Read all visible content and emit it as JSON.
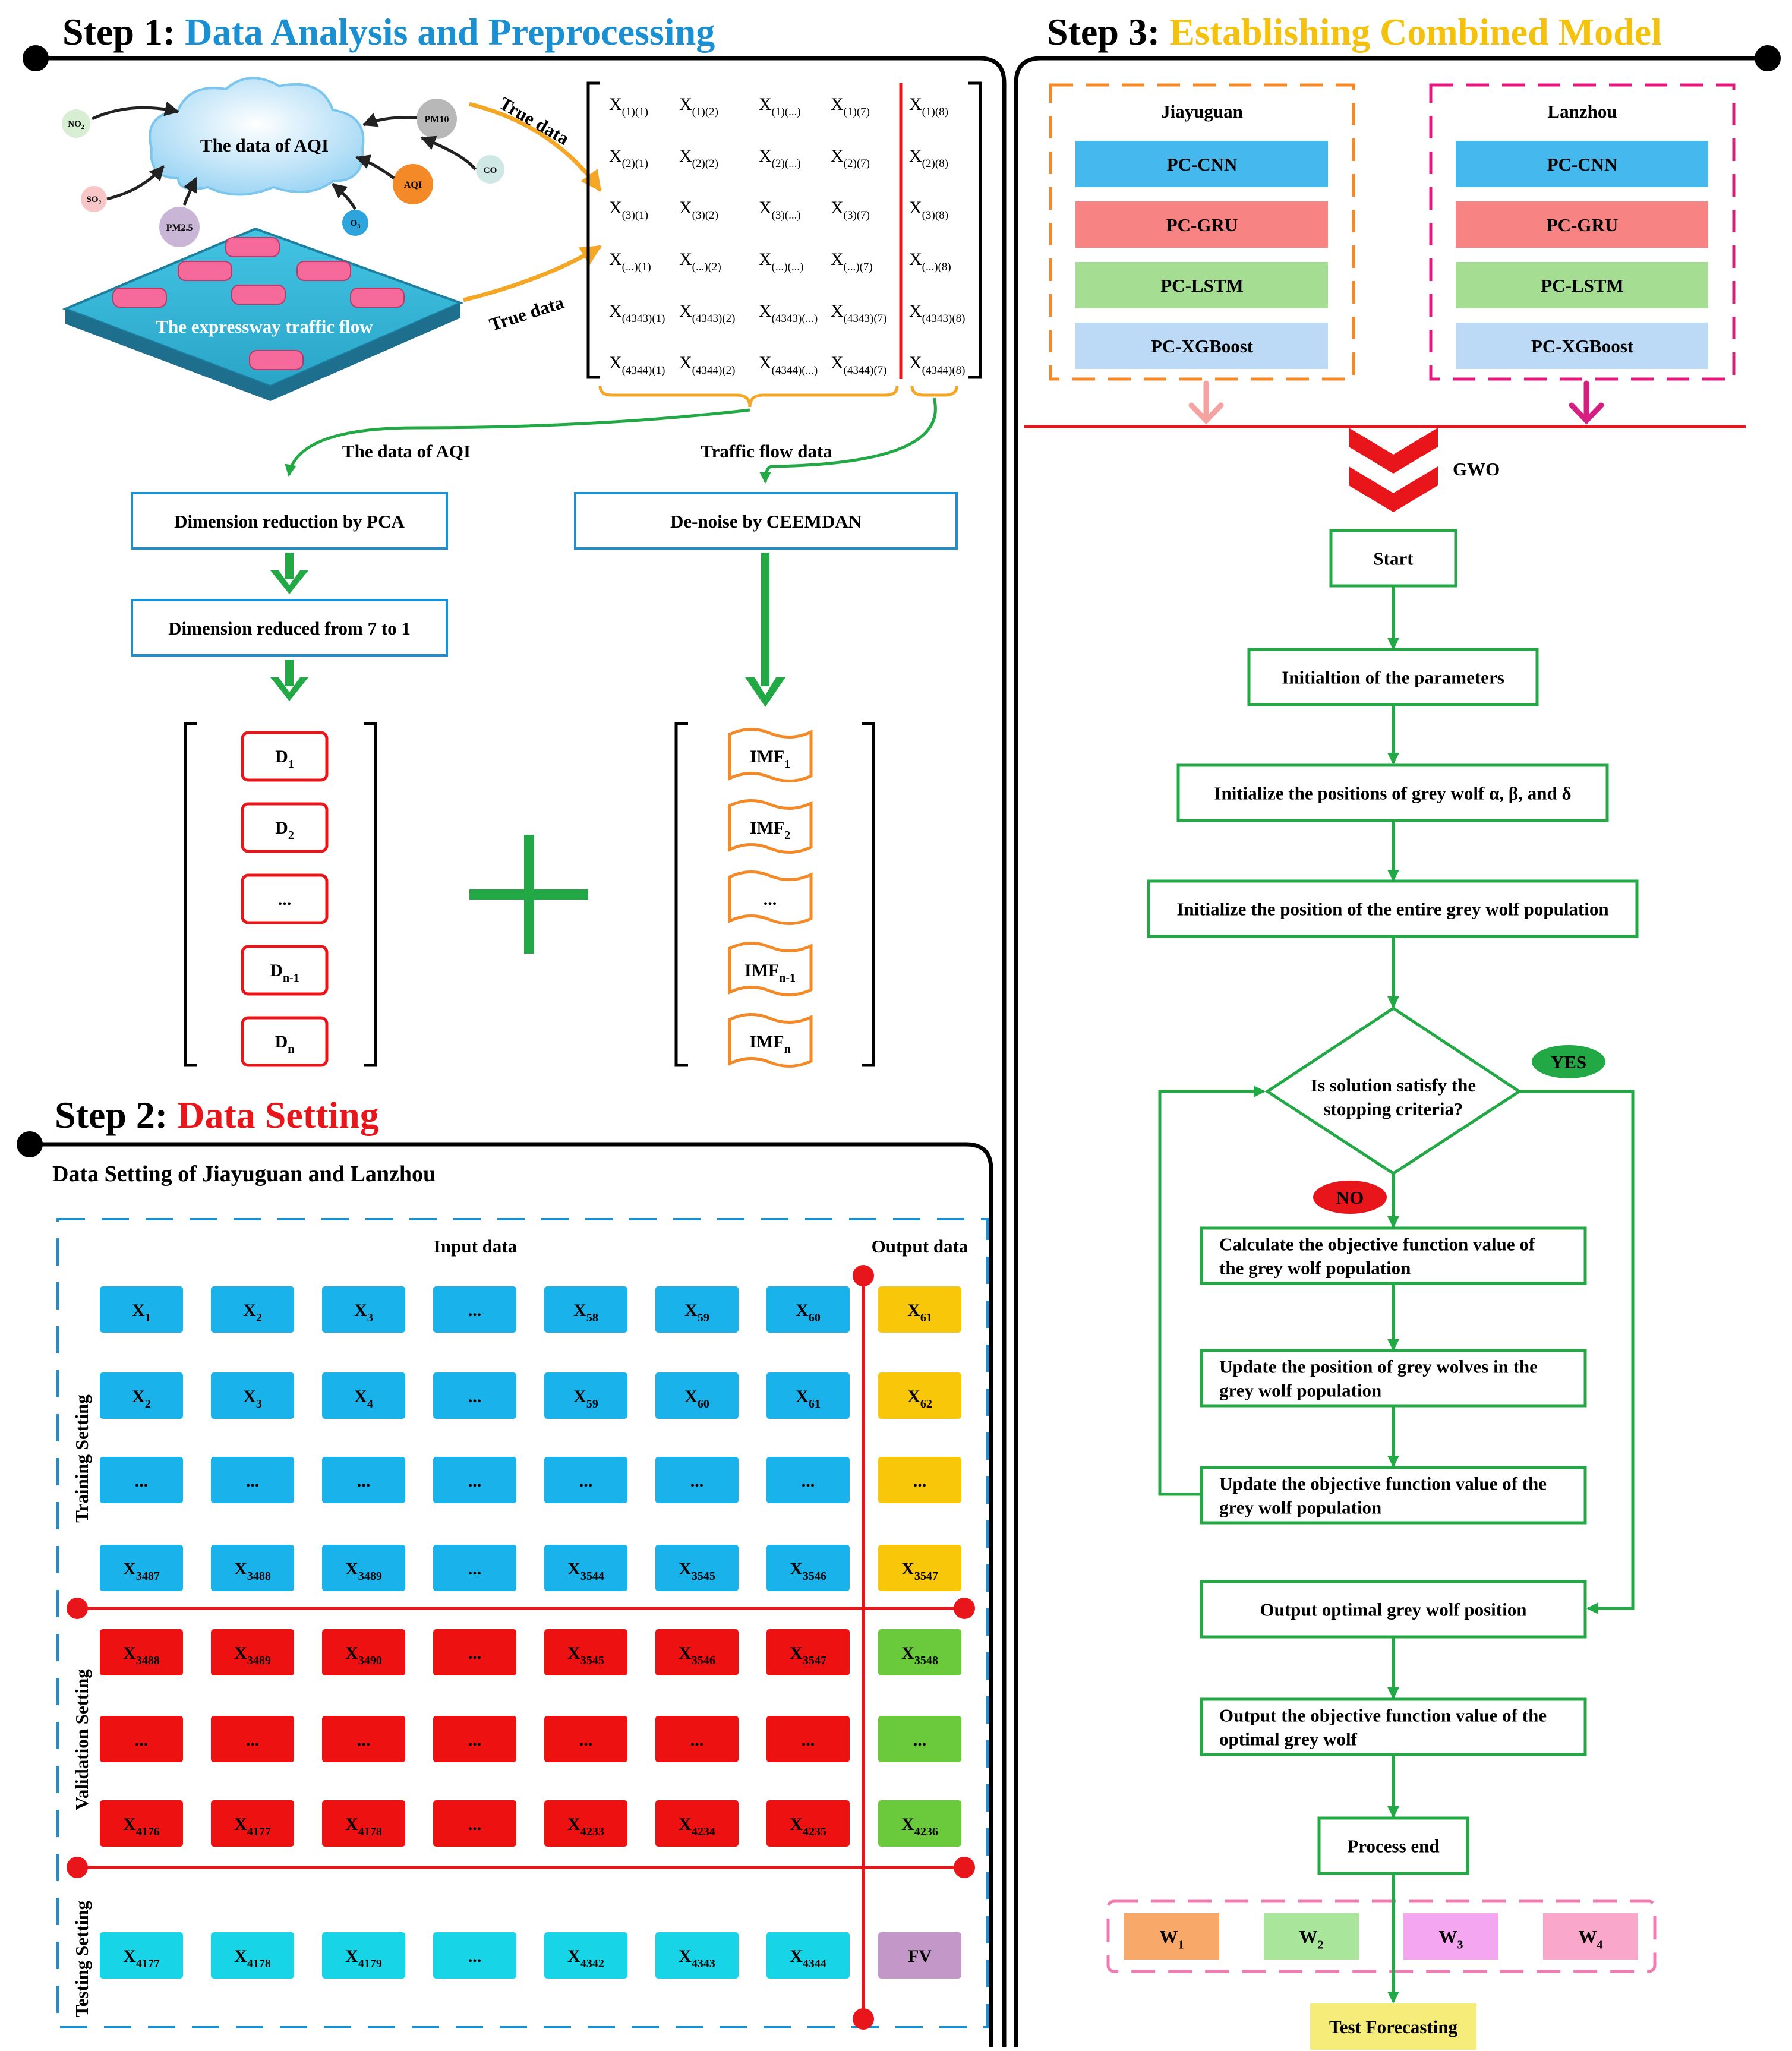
{
  "colors": {
    "step1_title": "#1a8fd1",
    "step2_title": "#e8161a",
    "step3_title": "#f4c20d",
    "flow_green": "#22a845",
    "flow_red": "#e8161a",
    "flow_orange": "#f38a27",
    "cell_blue": "#19b2ea",
    "cell_red": "#ee1111",
    "cell_yellow": "#f9c70a",
    "cell_green": "#6bc93c",
    "cell_cyan": "#17d4e6",
    "cell_purple": "#c497c9"
  },
  "step1": {
    "prefix": "Step 1:",
    "title": "Data Analysis and Preprocessing",
    "cloud_label": "The data of AQI",
    "pollutants": [
      "NO",
      "SO",
      "PM2.5",
      "PM10",
      "AQI",
      "CO",
      "O"
    ],
    "road_label": "The expressway traffic flow",
    "true_data": "True data",
    "matrix": [
      [
        "X",
        "(1)(1)",
        "(1)(2)",
        "(1)(...)",
        "(1)(7)",
        "(1)(8)"
      ],
      [
        "X",
        "(2)(1)",
        "(2)(2)",
        "(2)(...)",
        "(2)(7)",
        "(2)(8)"
      ],
      [
        "X",
        "(3)(1)",
        "(3)(2)",
        "(3)(...)",
        "(3)(7)",
        "(3)(8)"
      ],
      [
        "X",
        "(...)(1)",
        "(...)(2)",
        "(...)(...)",
        "(...)(7)",
        "(...)(8)"
      ],
      [
        "X",
        "(4343)(1)",
        "(4343)(2)",
        "(4343)(...)",
        "(4343)(7)",
        "(4343)(8)"
      ],
      [
        "X",
        "(4344)(1)",
        "(4344)(2)",
        "(4344)(...)",
        "(4344)(7)",
        "(4344)(8)"
      ]
    ],
    "aqi_data_label": "The data of AQI",
    "traffic_data_label": "Traffic flow data",
    "pca_box": "Dimension reduction by PCA",
    "ceemdan_box": "De-noise by CEEMDAN",
    "reduced_box": "Dimension reduced from 7 to 1",
    "d_items": [
      {
        "main": "D",
        "sub": "1"
      },
      {
        "main": "D",
        "sub": "2"
      },
      {
        "main": "...",
        "sub": ""
      },
      {
        "main": "D",
        "sub": "n-1"
      },
      {
        "main": "D",
        "sub": "n"
      }
    ],
    "imf_items": [
      {
        "main": "IMF",
        "sub": "1"
      },
      {
        "main": "IMF",
        "sub": "2"
      },
      {
        "main": "...",
        "sub": ""
      },
      {
        "main": "IMF",
        "sub": "n-1"
      },
      {
        "main": "IMF",
        "sub": "n"
      }
    ]
  },
  "step2": {
    "prefix": "Step 2:",
    "title": "Data Setting",
    "subtitle": "Data Setting of Jiayuguan and Lanzhou",
    "input_label": "Input data",
    "output_label": "Output data",
    "training_label": "Training Setting",
    "validation_label": "Validation Setting",
    "testing_label": "Testing Setting",
    "rows": [
      {
        "group": "train",
        "cells": [
          [
            "X",
            "1"
          ],
          [
            "X",
            "2"
          ],
          [
            "X",
            "3"
          ],
          [
            "...",
            ""
          ],
          [
            "X",
            "58"
          ],
          [
            "X",
            "59"
          ],
          [
            "X",
            "60"
          ]
        ],
        "out": [
          "X",
          "61"
        ]
      },
      {
        "group": "train",
        "cells": [
          [
            "X",
            "2"
          ],
          [
            "X",
            "3"
          ],
          [
            "X",
            "4"
          ],
          [
            "...",
            ""
          ],
          [
            "X",
            "59"
          ],
          [
            "X",
            "60"
          ],
          [
            "X",
            "61"
          ]
        ],
        "out": [
          "X",
          "62"
        ]
      },
      {
        "group": "train",
        "cells": [
          [
            "...",
            ""
          ],
          [
            "...",
            ""
          ],
          [
            "...",
            ""
          ],
          [
            "...",
            ""
          ],
          [
            "...",
            ""
          ],
          [
            "...",
            ""
          ],
          [
            "...",
            ""
          ]
        ],
        "out": [
          "...",
          ""
        ]
      },
      {
        "group": "train",
        "cells": [
          [
            "X",
            "3487"
          ],
          [
            "X",
            "3488"
          ],
          [
            "X",
            "3489"
          ],
          [
            "...",
            ""
          ],
          [
            "X",
            "3544"
          ],
          [
            "X",
            "3545"
          ],
          [
            "X",
            "3546"
          ]
        ],
        "out": [
          "X",
          "3547"
        ]
      },
      {
        "group": "val",
        "cells": [
          [
            "X",
            "3488"
          ],
          [
            "X",
            "3489"
          ],
          [
            "X",
            "3490"
          ],
          [
            "...",
            ""
          ],
          [
            "X",
            "3545"
          ],
          [
            "X",
            "3546"
          ],
          [
            "X",
            "3547"
          ]
        ],
        "out": [
          "X",
          "3548"
        ]
      },
      {
        "group": "val",
        "cells": [
          [
            "...",
            ""
          ],
          [
            "...",
            ""
          ],
          [
            "...",
            ""
          ],
          [
            "...",
            ""
          ],
          [
            "...",
            ""
          ],
          [
            "...",
            ""
          ],
          [
            "...",
            ""
          ]
        ],
        "out": [
          "...",
          ""
        ]
      },
      {
        "group": "val",
        "cells": [
          [
            "X",
            "4176"
          ],
          [
            "X",
            "4177"
          ],
          [
            "X",
            "4178"
          ],
          [
            "...",
            ""
          ],
          [
            "X",
            "4233"
          ],
          [
            "X",
            "4234"
          ],
          [
            "X",
            "4235"
          ]
        ],
        "out": [
          "X",
          "4236"
        ]
      },
      {
        "group": "test",
        "cells": [
          [
            "X",
            "4177"
          ],
          [
            "X",
            "4178"
          ],
          [
            "X",
            "4179"
          ],
          [
            "...",
            ""
          ],
          [
            "X",
            "4342"
          ],
          [
            "X",
            "4343"
          ],
          [
            "X",
            "4344"
          ]
        ],
        "out": [
          "FV",
          ""
        ]
      }
    ]
  },
  "step3": {
    "prefix": "Step 3:",
    "title": "Establishing Combined Model",
    "cities": [
      {
        "name": "Jiayuguan",
        "models": [
          "PC-CNN",
          "PC-GRU",
          "PC-LSTM",
          "PC-XGBoost"
        ]
      },
      {
        "name": "Lanzhou",
        "models": [
          "PC-CNN",
          "PC-GRU",
          "PC-LSTM",
          "PC-XGBoost"
        ]
      }
    ],
    "gwo_label": "GWO",
    "start": "Start",
    "init_params": "Initialtion of the  parameters",
    "init_abd": "Initialize the positions of grey wolf α, β, and δ",
    "init_pop": "Initialize the position of the entire grey wolf population",
    "decision": [
      "Is solution satisfy the",
      "stopping criteria?"
    ],
    "yes": "YES",
    "no": "NO",
    "calc": [
      "Calculate the objective function value of",
      "the grey wolf  population"
    ],
    "update_pos": [
      "Update the position of grey wolves in the",
      "grey wolf population"
    ],
    "update_obj": [
      "Update the objective function value of the",
      "grey wolf population"
    ],
    "output_pos": "Output optimal grey wolf position",
    "output_obj": [
      "Output the objective function value of the",
      "optimal grey wolf"
    ],
    "end": "Process end",
    "weights": [
      [
        "W",
        "1"
      ],
      [
        "W",
        "2"
      ],
      [
        "W",
        "3"
      ],
      [
        "W",
        "4"
      ]
    ],
    "test": "Test Forecasting"
  }
}
